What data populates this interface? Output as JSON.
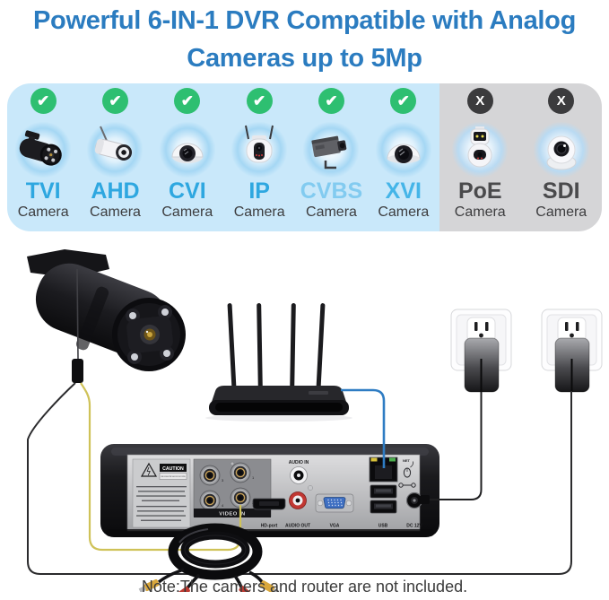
{
  "title": {
    "line1": "Powerful 6-IN-1 DVR Compatible with Analog",
    "line2": "Cameras up to 5Mp"
  },
  "compat": {
    "check_glyph": "✔",
    "x_glyph": "X",
    "items": [
      {
        "type": "TVI",
        "label": "Camera",
        "status": "supported"
      },
      {
        "type": "AHD",
        "label": "Camera",
        "status": "supported"
      },
      {
        "type": "CVI",
        "label": "Camera",
        "status": "supported"
      },
      {
        "type": "IP",
        "label": "Camera",
        "status": "supported"
      },
      {
        "type": "CVBS",
        "label": "Camera",
        "status": "supported"
      },
      {
        "type": "XVI",
        "label": "Camera",
        "status": "supported"
      },
      {
        "type": "PoE",
        "label": "Camera",
        "status": "not-supported"
      },
      {
        "type": "SDI",
        "label": "Camera",
        "status": "not-supported"
      }
    ]
  },
  "dvr": {
    "caution_title": "CAUTION",
    "caution_sub": "RISK OF ELECTRIC SHOCK DO NOT OPEN",
    "bnc_numbers": [
      "3",
      "1",
      "4",
      "2"
    ],
    "ports": {
      "video_in": "VIDEO IN",
      "audio_in": "AUDIO IN",
      "audio_out": "AUDIO OUT",
      "hd_port": "HD-port",
      "vga": "VGA",
      "usb": "USB",
      "dc": "DC 12V",
      "net": "NET"
    }
  },
  "note": "Note:The camers and router are not included.",
  "colors": {
    "title_blue": "#2b7cc0",
    "type_blue": "#2ea7e0",
    "type_light_blue": "#82cbf0",
    "type_dark": "#4a4a4c",
    "check_green": "#2ebf71",
    "x_circle": "#3b3b3d",
    "panel_blue": "#c9e8fa",
    "panel_gray": "#d5d5d7",
    "cable_yellow": "#cfc258",
    "cable_blue": "#2e7cc3"
  }
}
